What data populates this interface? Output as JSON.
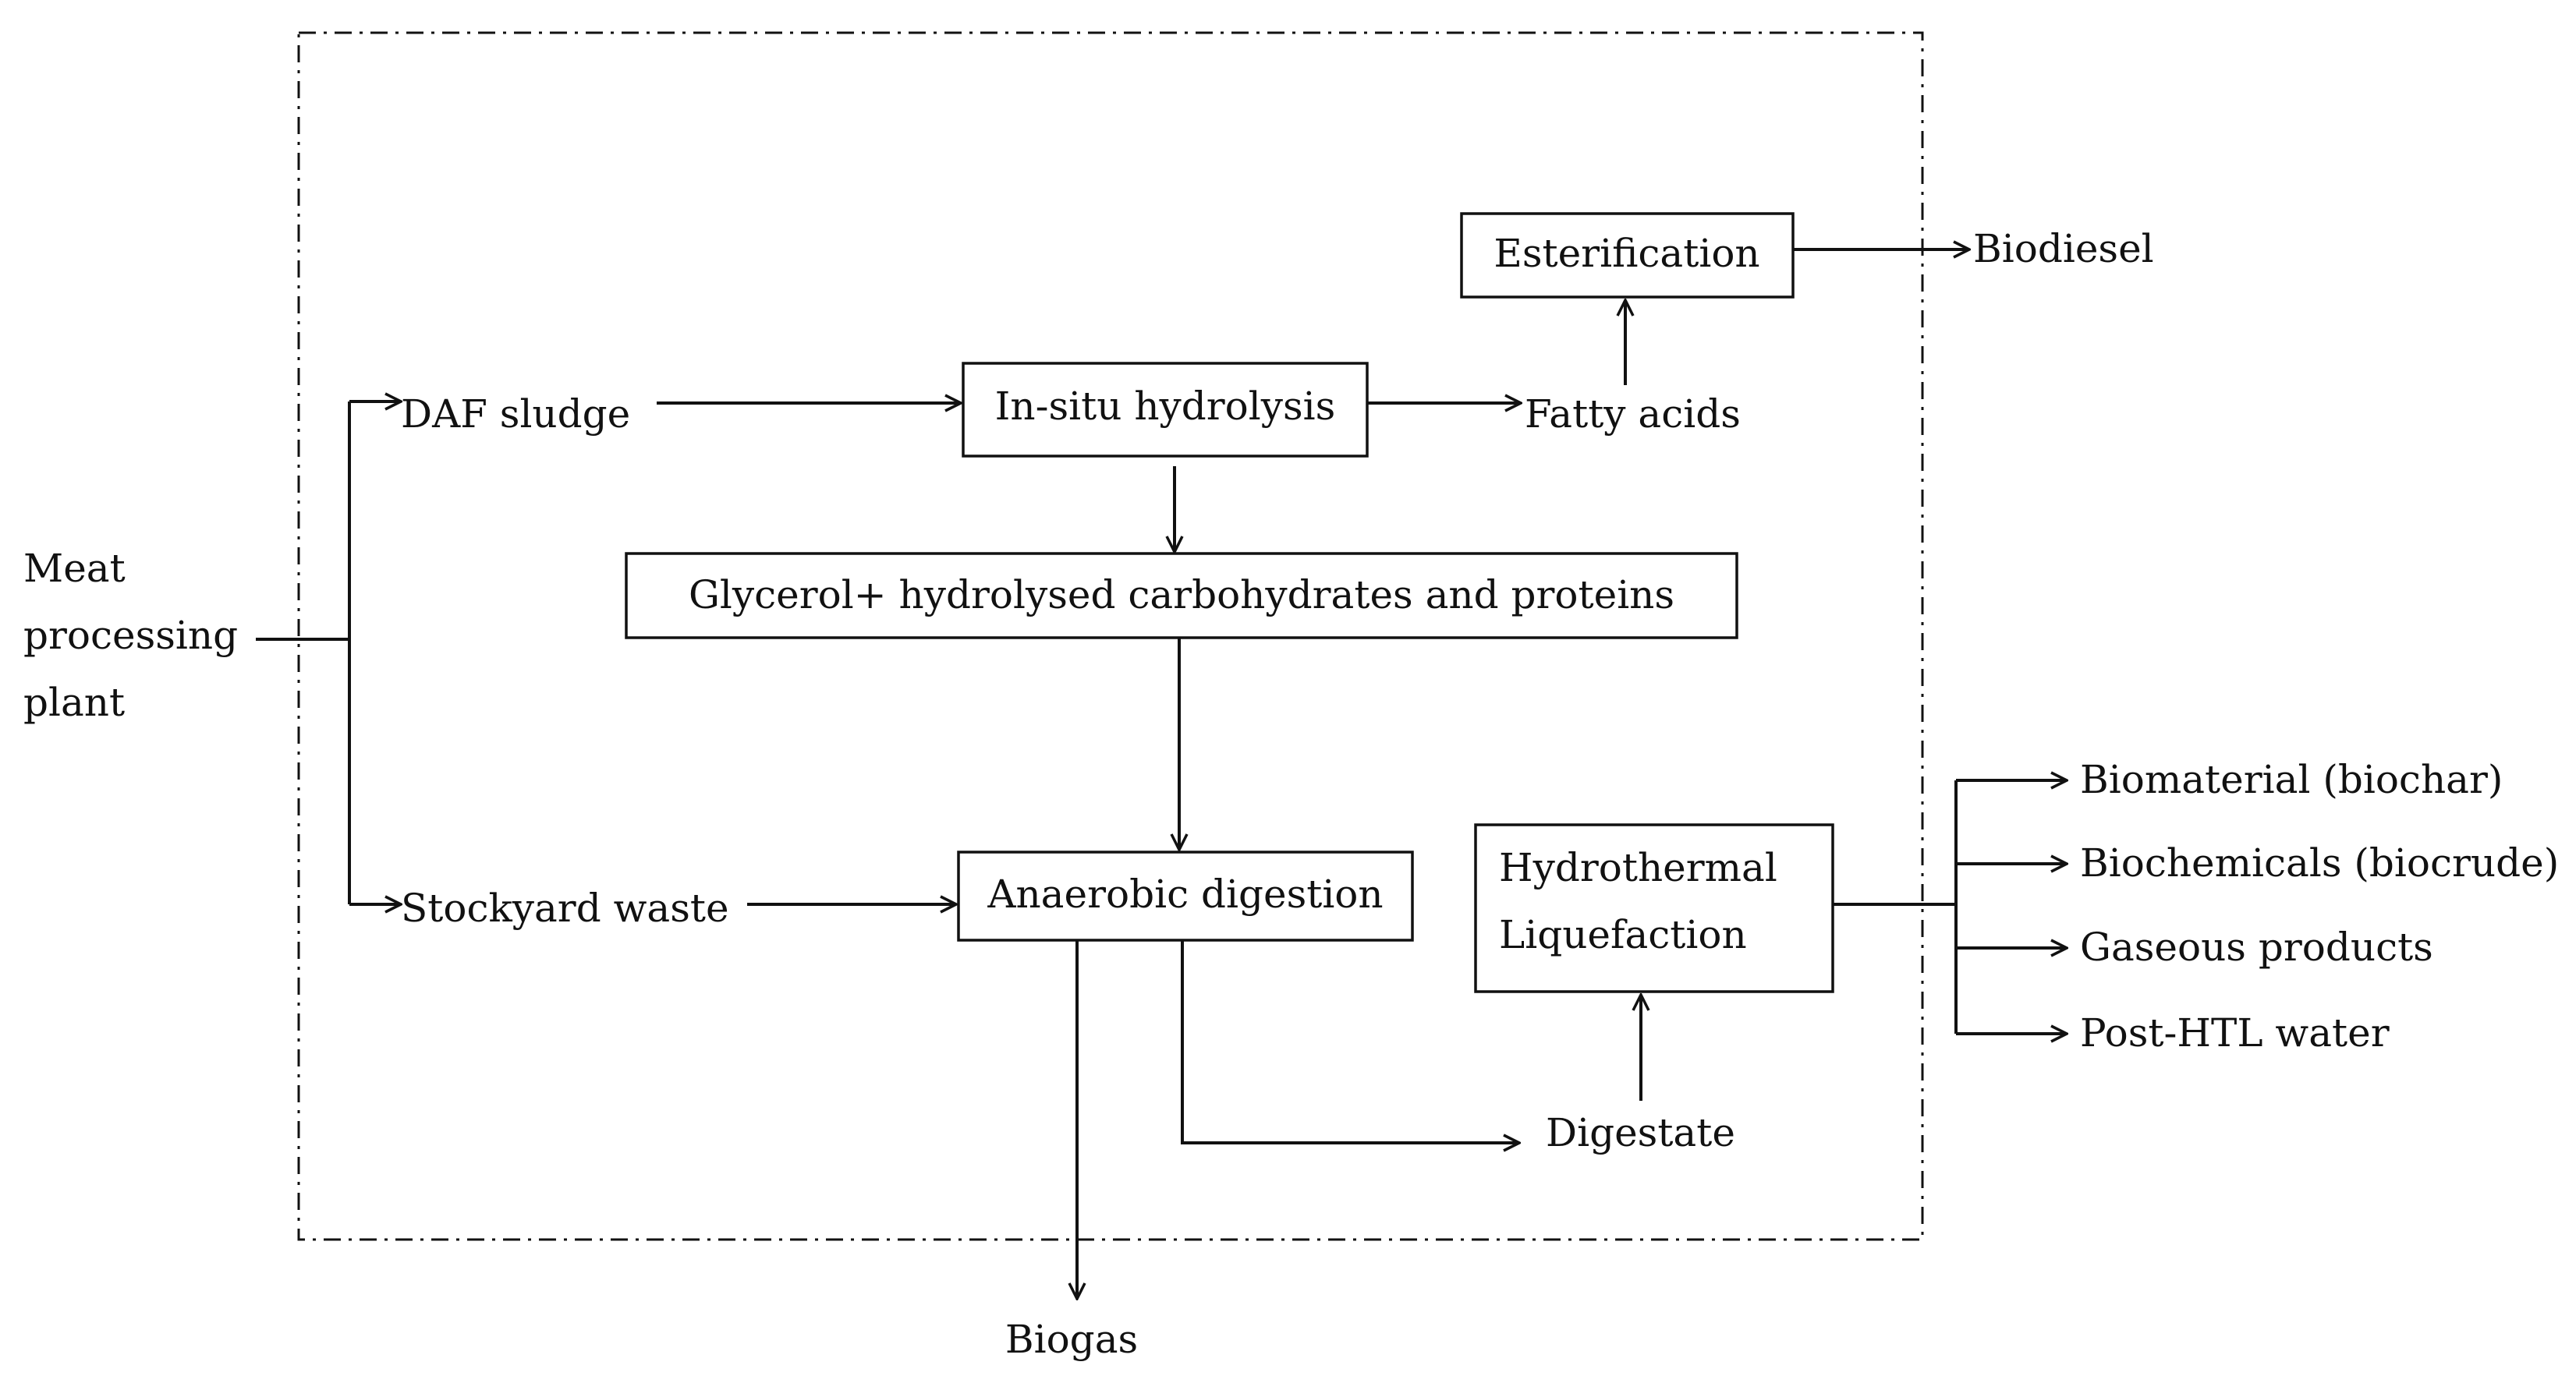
{
  "diagram": {
    "source": "Meat processing plant",
    "source_lines": [
      "Meat",
      "processing",
      "plant"
    ],
    "streams": {
      "daf_sludge": "DAF sludge",
      "stockyard_waste": "Stockyard waste"
    },
    "processes": {
      "in_situ_hydrolysis": "In-situ hydrolysis",
      "esterification": "Esterification",
      "glycerol_mix": "Glycerol+ hydrolysed carbohydrates and proteins",
      "anaerobic_digestion": "Anaerobic digestion",
      "htl_lines": [
        "Hydrothermal",
        "Liquefaction"
      ]
    },
    "intermediates": {
      "fatty_acids": "Fatty acids",
      "digestate": "Digestate"
    },
    "products": {
      "biodiesel": "Biodiesel",
      "biogas": "Biogas",
      "htl_outputs": [
        "Biomaterial (biochar)",
        "Biochemicals (biocrude)",
        "Gaseous products",
        "Post-HTL water"
      ]
    }
  }
}
